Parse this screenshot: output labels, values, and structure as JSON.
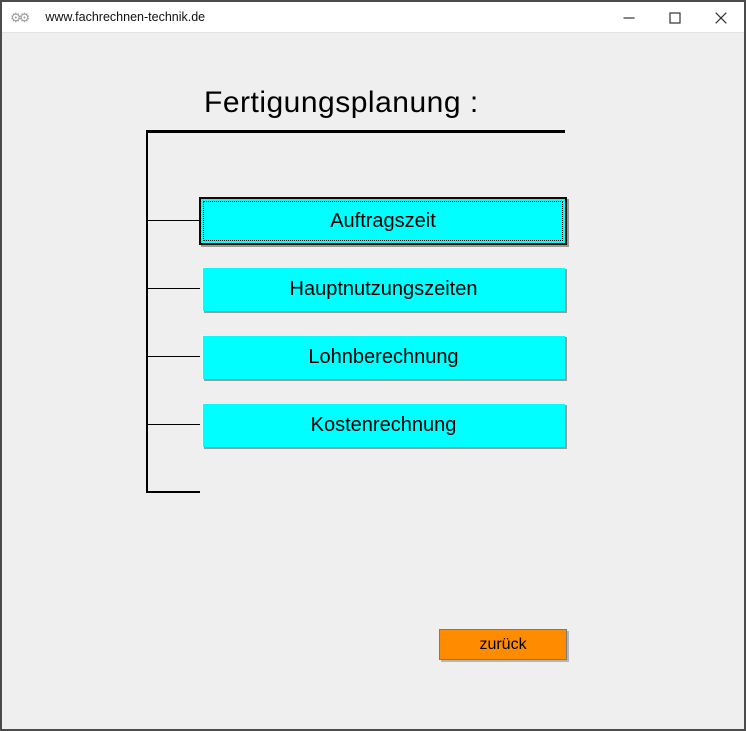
{
  "window": {
    "title": "www.fachrechnen-technik.de",
    "app_icon": "gears-icon",
    "app_icon_glyph": "⚙⚙",
    "controls": {
      "minimize": "minimize-icon",
      "maximize": "maximize-icon",
      "close": "close-icon"
    }
  },
  "main": {
    "heading": "Fertigungsplanung :",
    "menu_buttons": [
      {
        "label": "Auftragszeit",
        "focused": true
      },
      {
        "label": "Hauptnutzungszeiten",
        "focused": false
      },
      {
        "label": "Lohnberechnung",
        "focused": false
      },
      {
        "label": "Kostenrechnung",
        "focused": false
      }
    ],
    "back_button": {
      "label": "zurück"
    }
  },
  "colors": {
    "menu_button_bg": "#00ffff",
    "back_button_bg": "#ff8c00",
    "client_bg": "#efefef",
    "titlebar_bg": "#ffffff",
    "line_color": "#000000"
  }
}
